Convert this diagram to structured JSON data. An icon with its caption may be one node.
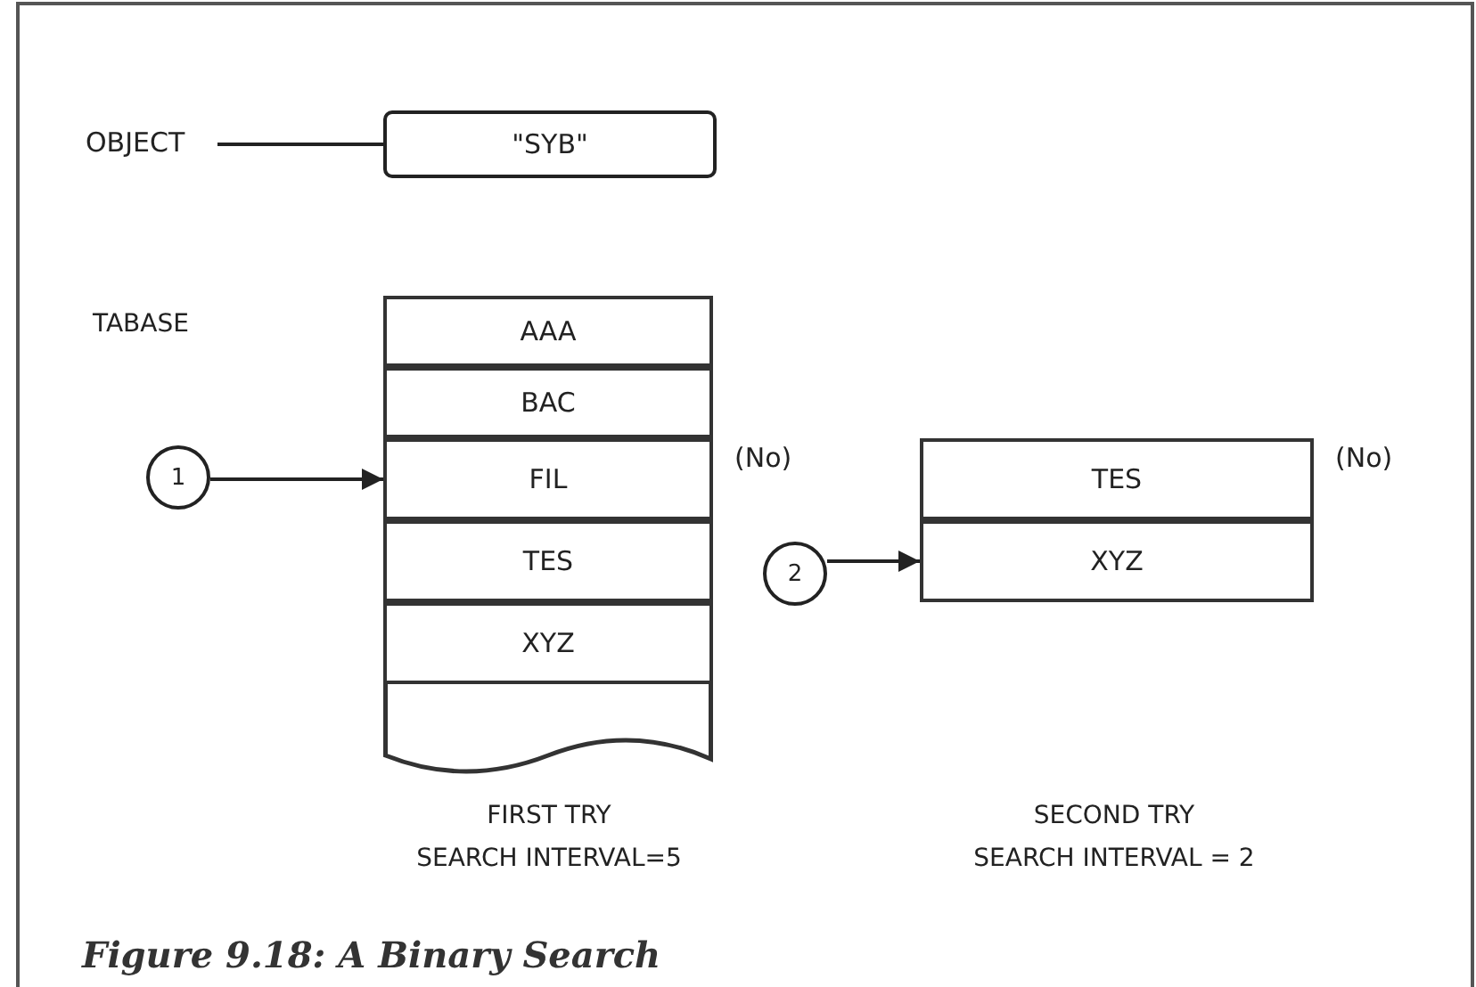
{
  "diagram": {
    "caption": "Figure 9.18: A Binary Search",
    "nodes": [
      {
        "text": [
          "OBJECT"
        ]
      },
      {
        "text": [
          "\"SYB\""
        ]
      },
      {
        "text": [
          "AAA"
        ]
      },
      {
        "text": [
          "BAC"
        ]
      },
      {
        "text": [
          "FIL"
        ],
        "beside": [
          "(No)"
        ]
      },
      {
        "text": [
          "TES"
        ]
      },
      {
        "text": [
          "XYZ"
        ]
      },
      {
        "text": [],
        "shape": "box"
      },
      {
        "text": [
          "1"
        ]
      },
      {
        "text": [
          "TES"
        ],
        "beside": [
          "(No)"
        ]
      },
      {
        "text": [
          "XYZ"
        ]
      },
      {
        "text": [
          "2"
        ]
      }
    ],
    "edges": [
      {
        "from": 0,
        "to": 1,
        "arrow": "none"
      },
      {
        "from": 8,
        "to": 4,
        "arrow": "to"
      },
      {
        "from": 11,
        "to": 10,
        "arrow": "to"
      }
    ],
    "labels": [
      "TABASE",
      "FIRST TRY",
      "SEARCH INTERVAL=5",
      "SECOND TRY",
      "SEARCH INTERVAL = 2"
    ]
  }
}
